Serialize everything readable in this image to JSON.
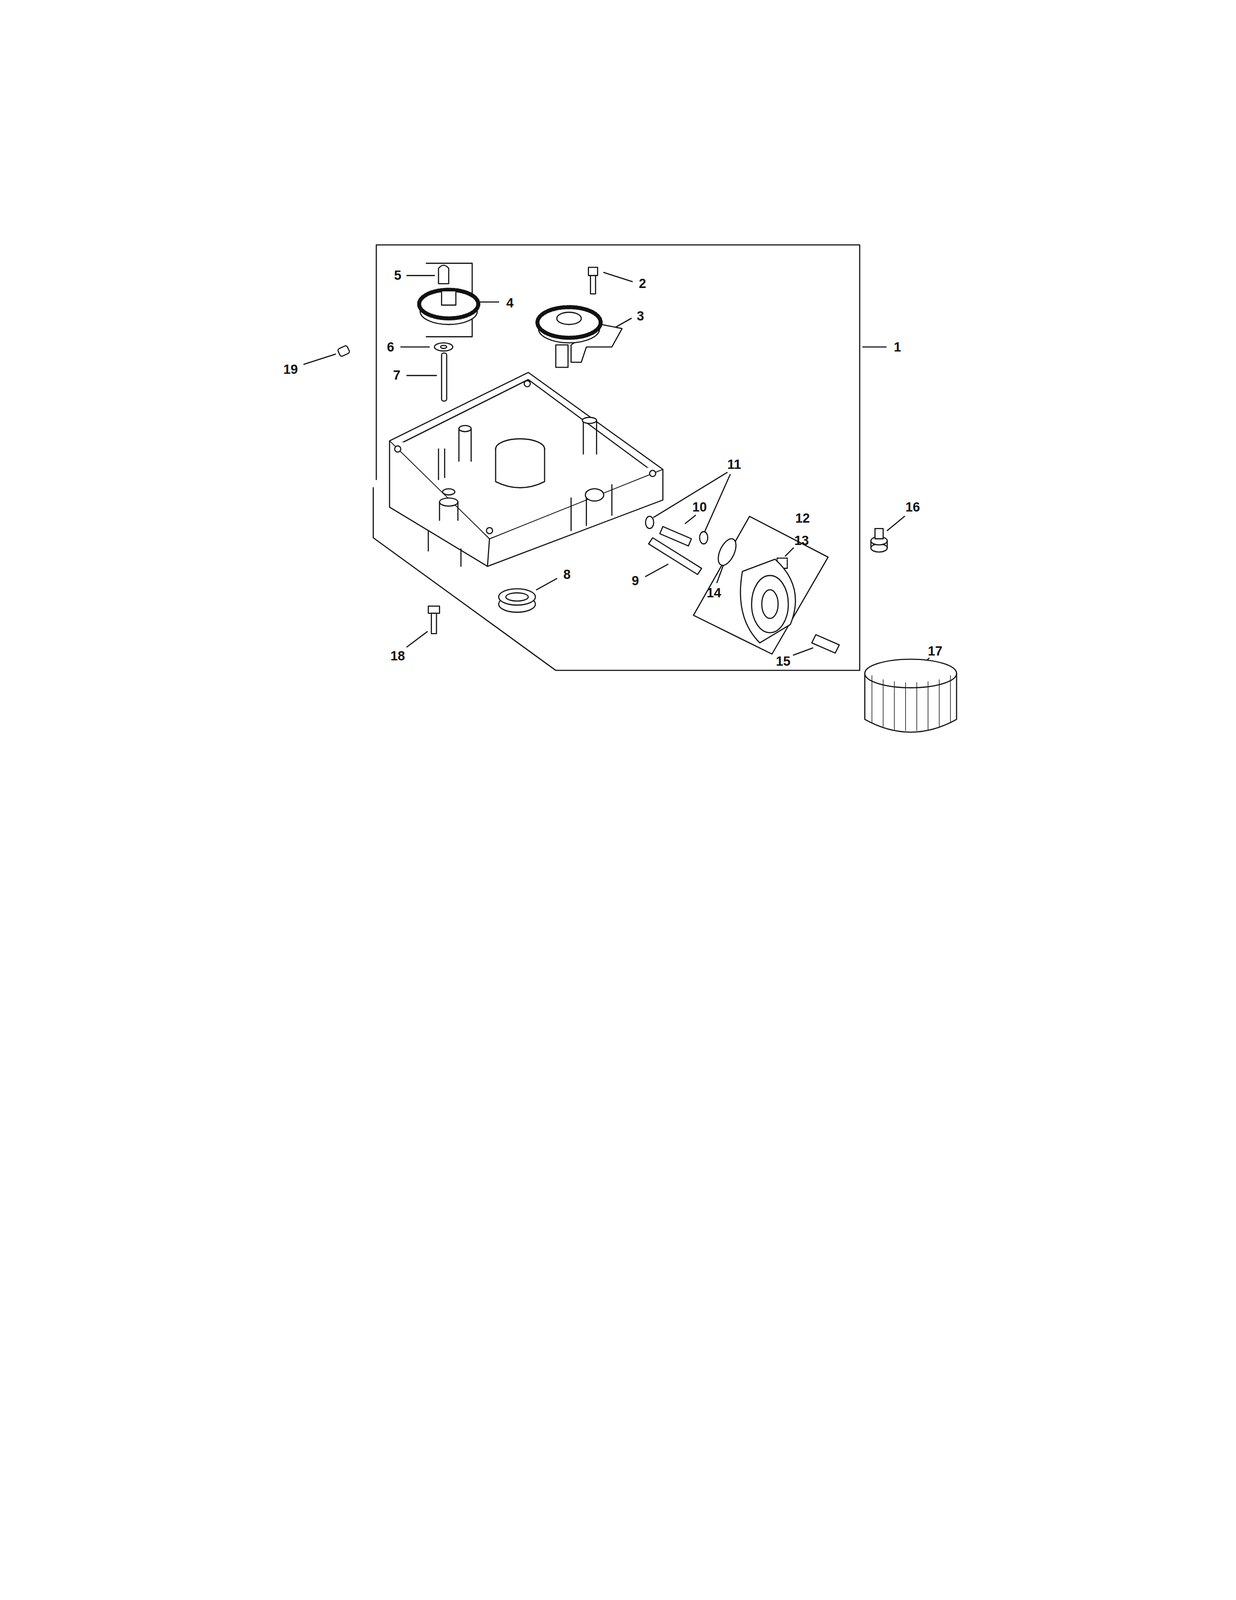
{
  "diagram": {
    "labels": [
      "5",
      "2",
      "4",
      "3",
      "1",
      "19",
      "6",
      "7",
      "11",
      "10",
      "12",
      "16",
      "13",
      "9",
      "14",
      "8",
      "18",
      "15",
      "17"
    ]
  }
}
